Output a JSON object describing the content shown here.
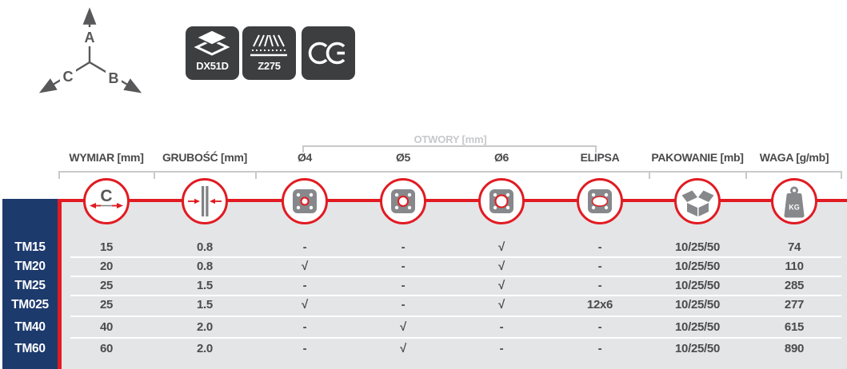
{
  "diagram": {
    "axis_up": "A",
    "axis_left": "C",
    "axis_right": "B"
  },
  "badges": [
    {
      "label": "DX51D",
      "icon": "steel-layers-icon"
    },
    {
      "label": "Z275",
      "icon": "zinc-coating-icon"
    },
    {
      "label": "CE",
      "icon": "ce-mark-icon"
    }
  ],
  "icons": {
    "dimension_letter": "C",
    "weight_label": "KG"
  },
  "table": {
    "group_header": "OTWORY [mm]",
    "columns": [
      {
        "label": "WYMIAR [mm]",
        "icon": "width-dimension-icon"
      },
      {
        "label": "GRUBOŚĆ [mm]",
        "icon": "thickness-icon"
      },
      {
        "label": "Ø4",
        "icon": "hole-d4-icon"
      },
      {
        "label": "Ø5",
        "icon": "hole-d5-icon"
      },
      {
        "label": "Ø6",
        "icon": "hole-d6-icon"
      },
      {
        "label": "ELIPSA",
        "icon": "ellipse-hole-icon"
      },
      {
        "label": "PAKOWANIE [mb]",
        "icon": "package-box-icon"
      },
      {
        "label": "WAGA [g/mb]",
        "icon": "weight-kg-icon"
      }
    ],
    "rows": [
      {
        "name": "TM15",
        "cells": [
          "15",
          "0.8",
          "-",
          "-",
          "√",
          "-",
          "10/25/50",
          "74"
        ]
      },
      {
        "name": "TM20",
        "cells": [
          "20",
          "0.8",
          "√",
          "-",
          "√",
          "-",
          "10/25/50",
          "110"
        ]
      },
      {
        "name": "TM25",
        "cells": [
          "25",
          "1.5",
          "-",
          "-",
          "√",
          "-",
          "10/25/50",
          "285"
        ]
      },
      {
        "name": "TM025",
        "cells": [
          "25",
          "1.5",
          "√",
          "-",
          "√",
          "12x6",
          "10/25/50",
          "277"
        ]
      },
      {
        "name": "TM40",
        "cells": [
          "40",
          "2.0",
          "-",
          "√",
          "-",
          "-",
          "10/25/50",
          "615"
        ]
      },
      {
        "name": "TM60",
        "cells": [
          "60",
          "2.0",
          "-",
          "√",
          "-",
          "-",
          "10/25/50",
          "890"
        ]
      }
    ]
  },
  "colors": {
    "navy": "#1d3a6d",
    "red": "#e11b22",
    "body_gray": "#e4e5e7",
    "text_dark": "#4b4b4d",
    "line_gray": "#c8c9cb",
    "badge_bg": "#3d3e40"
  }
}
